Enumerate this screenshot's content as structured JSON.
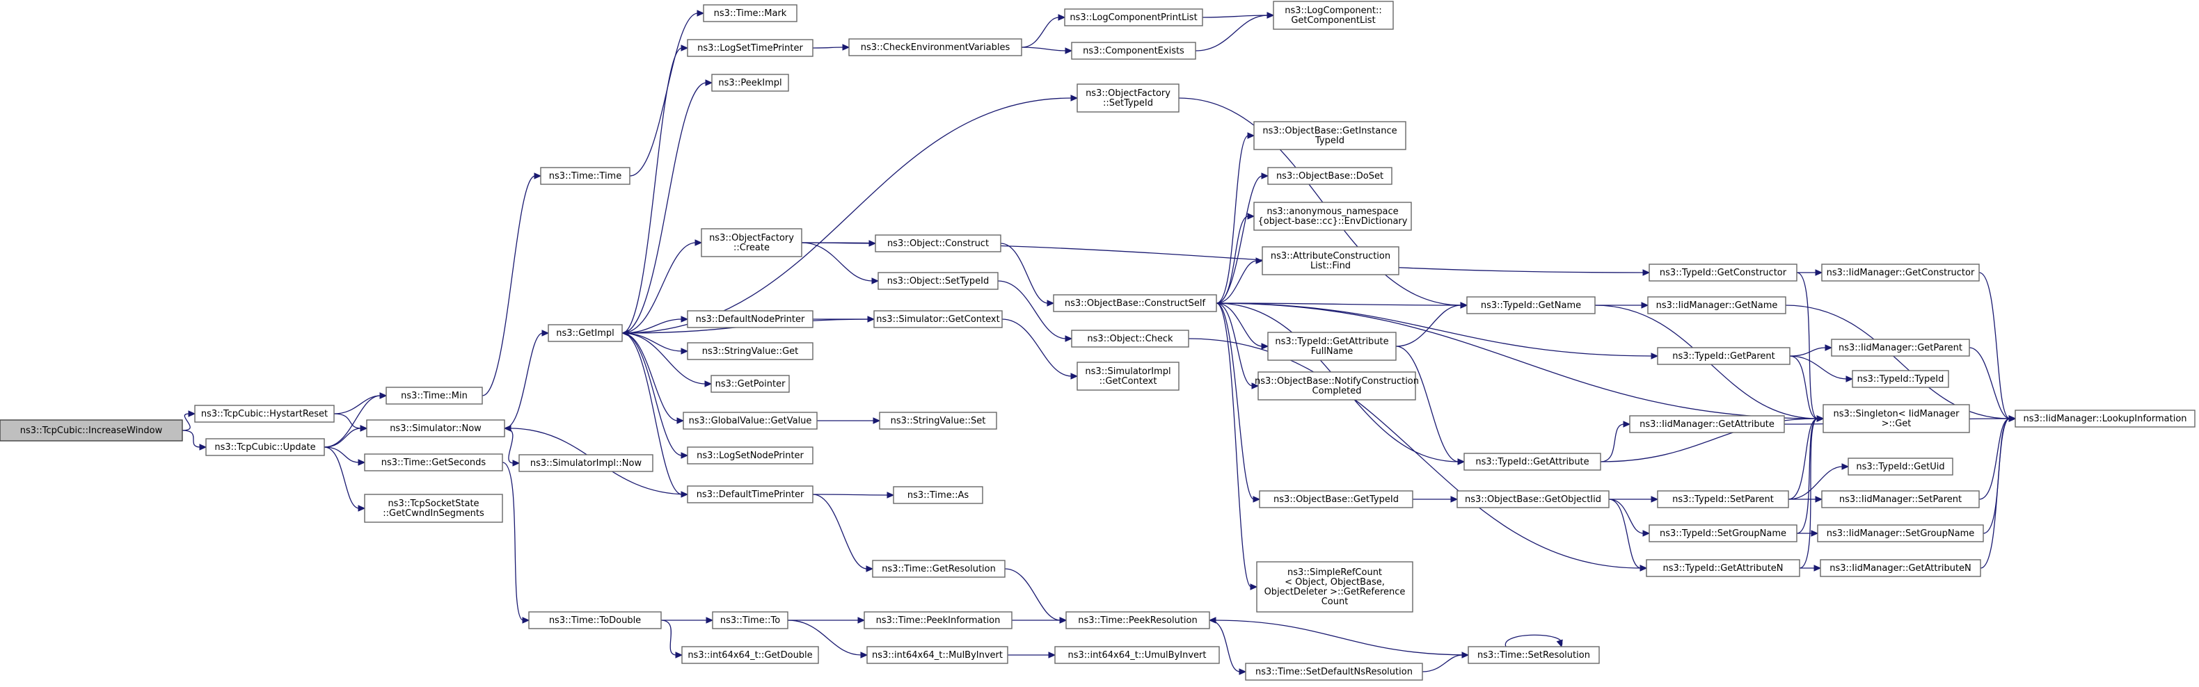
{
  "graph": {
    "edge_color": "#191970",
    "root_fill": "#bfbfbf",
    "nodes": [
      {
        "id": "increase_window",
        "name": "node-tcpcubic-increasewindow",
        "lines": [
          "ns3::TcpCubic::IncreaseWindow"
        ],
        "root": true
      },
      {
        "id": "hystart_reset",
        "name": "node-tcpcubic-hystartreset",
        "lines": [
          "ns3::TcpCubic::HystartReset"
        ]
      },
      {
        "id": "update",
        "name": "node-tcpcubic-update",
        "lines": [
          "ns3::TcpCubic::Update"
        ]
      },
      {
        "id": "time_min",
        "name": "node-time-min",
        "lines": [
          "ns3::Time::Min"
        ]
      },
      {
        "id": "sim_now",
        "name": "node-simulator-now",
        "lines": [
          "ns3::Simulator::Now"
        ]
      },
      {
        "id": "get_seconds",
        "name": "node-time-getseconds",
        "lines": [
          "ns3::Time::GetSeconds"
        ]
      },
      {
        "id": "get_cwnd",
        "name": "node-tcpsocketstate-getcwndinsegments",
        "lines": [
          "ns3::TcpSocketState",
          "::GetCwndInSegments"
        ]
      },
      {
        "id": "time_time",
        "name": "node-time-time",
        "lines": [
          "ns3::Time::Time"
        ]
      },
      {
        "id": "get_impl",
        "name": "node-getimpl",
        "lines": [
          "ns3::GetImpl"
        ]
      },
      {
        "id": "simimpl_now",
        "name": "node-simulatorimpl-now",
        "lines": [
          "ns3::SimulatorImpl::Now"
        ]
      },
      {
        "id": "to_double",
        "name": "node-time-todouble",
        "lines": [
          "ns3::Time::ToDouble"
        ]
      },
      {
        "id": "time_mark",
        "name": "node-time-mark",
        "lines": [
          "ns3::Time::Mark"
        ]
      },
      {
        "id": "log_set_time_printer",
        "name": "node-logsettimeprinter",
        "lines": [
          "ns3::LogSetTimePrinter"
        ]
      },
      {
        "id": "peek_impl",
        "name": "node-peekimpl",
        "lines": [
          "ns3::PeekImpl"
        ]
      },
      {
        "id": "objfactory_create",
        "name": "node-objectfactory-create",
        "lines": [
          "ns3::ObjectFactory",
          "::Create"
        ]
      },
      {
        "id": "default_node_printer",
        "name": "node-defaultnodeprinter",
        "lines": [
          "ns3::DefaultNodePrinter"
        ]
      },
      {
        "id": "stringvalue_get",
        "name": "node-stringvalue-get",
        "lines": [
          "ns3::StringValue::Get"
        ]
      },
      {
        "id": "get_pointer",
        "name": "node-getpointer",
        "lines": [
          "ns3::GetPointer"
        ]
      },
      {
        "id": "globalvalue_getvalue",
        "name": "node-globalvalue-getvalue",
        "lines": [
          "ns3::GlobalValue::GetValue"
        ]
      },
      {
        "id": "log_set_node_printer",
        "name": "node-logsetnodeprinter",
        "lines": [
          "ns3::LogSetNodePrinter"
        ]
      },
      {
        "id": "default_time_printer",
        "name": "node-defaulttimeprinter",
        "lines": [
          "ns3::DefaultTimePrinter"
        ]
      },
      {
        "id": "time_to",
        "name": "node-time-to",
        "lines": [
          "ns3::Time::To"
        ]
      },
      {
        "id": "get_double",
        "name": "node-int64x64-getdouble",
        "lines": [
          "ns3::int64x64_t::GetDouble"
        ]
      },
      {
        "id": "check_env_vars",
        "name": "node-checkenvironmentvariables",
        "lines": [
          "ns3::CheckEnvironmentVariables"
        ]
      },
      {
        "id": "objfactory_settypeid",
        "name": "node-objectfactory-settypeid",
        "lines": [
          "ns3::ObjectFactory",
          "::SetTypeId"
        ]
      },
      {
        "id": "object_construct",
        "name": "node-object-construct",
        "lines": [
          "ns3::Object::Construct"
        ]
      },
      {
        "id": "object_settypeid",
        "name": "node-object-settypeid",
        "lines": [
          "ns3::Object::SetTypeId"
        ]
      },
      {
        "id": "sim_getcontext",
        "name": "node-simulator-getcontext",
        "lines": [
          "ns3::Simulator::GetContext"
        ]
      },
      {
        "id": "stringvalue_set",
        "name": "node-stringvalue-set",
        "lines": [
          "ns3::StringValue::Set"
        ]
      },
      {
        "id": "time_as",
        "name": "node-time-as",
        "lines": [
          "ns3::Time::As"
        ]
      },
      {
        "id": "get_resolution",
        "name": "node-time-getresolution",
        "lines": [
          "ns3::Time::GetResolution"
        ]
      },
      {
        "id": "peek_information",
        "name": "node-time-peekinformation",
        "lines": [
          "ns3::Time::PeekInformation"
        ]
      },
      {
        "id": "mul_by_invert",
        "name": "node-int64x64-mulbyinvert",
        "lines": [
          "ns3::int64x64_t::MulByInvert"
        ]
      },
      {
        "id": "log_component_print_list",
        "name": "node-logcomponentprintlist",
        "lines": [
          "ns3::LogComponentPrintList"
        ]
      },
      {
        "id": "component_exists",
        "name": "node-componentexists",
        "lines": [
          "ns3::ComponentExists"
        ]
      },
      {
        "id": "object_check",
        "name": "node-object-check",
        "lines": [
          "ns3::Object::Check"
        ]
      },
      {
        "id": "simimpl_getcontext",
        "name": "node-simulatorimpl-getcontext",
        "lines": [
          "ns3::SimulatorImpl",
          "::GetContext"
        ]
      },
      {
        "id": "peek_resolution",
        "name": "node-time-peekresolution",
        "lines": [
          "ns3::Time::PeekResolution"
        ]
      },
      {
        "id": "umul_by_invert",
        "name": "node-int64x64-umulbyinvert",
        "lines": [
          "ns3::int64x64_t::UmulByInvert"
        ]
      },
      {
        "id": "logcomponent_getlist",
        "name": "node-logcomponent-getcomponentlist",
        "lines": [
          "ns3::LogComponent::",
          "GetComponentList"
        ]
      },
      {
        "id": "construct_self",
        "name": "node-objectbase-constructself",
        "lines": [
          "ns3::ObjectBase::ConstructSelf"
        ]
      },
      {
        "id": "get_instance_typeid",
        "name": "node-objectbase-getinstancetypeid",
        "lines": [
          "ns3::ObjectBase::GetInstance",
          "TypeId"
        ]
      },
      {
        "id": "do_set",
        "name": "node-objectbase-doset",
        "lines": [
          "ns3::ObjectBase::DoSet"
        ]
      },
      {
        "id": "env_dictionary",
        "name": "node-anonymous-namespace-envdictionary",
        "lines": [
          "ns3::anonymous_namespace",
          "{object-base::cc}::EnvDictionary"
        ]
      },
      {
        "id": "attr_construction_find",
        "name": "node-attributeconstructionlist-find",
        "lines": [
          "ns3::AttributeConstruction",
          "List::Find"
        ]
      },
      {
        "id": "get_attribute_fullname",
        "name": "node-typeid-getattributefullname",
        "lines": [
          "ns3::TypeId::GetAttribute",
          "FullName"
        ]
      },
      {
        "id": "notify_construction_completed",
        "name": "node-objectbase-notifyconstructioncompleted",
        "lines": [
          "ns3::ObjectBase::NotifyConstruction",
          "Completed"
        ]
      },
      {
        "id": "objbase_gettypeid",
        "name": "node-objectbase-gettypeid",
        "lines": [
          "ns3::ObjectBase::GetTypeId"
        ]
      },
      {
        "id": "simple_ref_count",
        "name": "node-simplerefcount-getreferencecount",
        "lines": [
          "ns3::SimpleRefCount",
          "< Object, ObjectBase,",
          "ObjectDeleter >::GetReference",
          "Count"
        ]
      },
      {
        "id": "set_default_ns_resolution",
        "name": "node-time-setdefaultnsresolution",
        "lines": [
          "ns3::Time::SetDefaultNsResolution"
        ]
      },
      {
        "id": "typeid_getname",
        "name": "node-typeid-getname",
        "lines": [
          "ns3::TypeId::GetName"
        ]
      },
      {
        "id": "typeid_getattribute",
        "name": "node-typeid-getattribute",
        "lines": [
          "ns3::TypeId::GetAttribute"
        ]
      },
      {
        "id": "get_object_iid",
        "name": "node-objectbase-getobjectiid",
        "lines": [
          "ns3::ObjectBase::GetObjectIid"
        ]
      },
      {
        "id": "set_resolution",
        "name": "node-time-setresolution",
        "lines": [
          "ns3::Time::SetResolution"
        ]
      },
      {
        "id": "typeid_getconstructor",
        "name": "node-typeid-getconstructor",
        "lines": [
          "ns3::TypeId::GetConstructor"
        ]
      },
      {
        "id": "typeid_getparent",
        "name": "node-typeid-getparent",
        "lines": [
          "ns3::TypeId::GetParent"
        ]
      },
      {
        "id": "typeid_setparent",
        "name": "node-typeid-setparent",
        "lines": [
          "ns3::TypeId::SetParent"
        ]
      },
      {
        "id": "typeid_setgroupname",
        "name": "node-typeid-setgroupname",
        "lines": [
          "ns3::TypeId::SetGroupName"
        ]
      },
      {
        "id": "typeid_getattributen",
        "name": "node-typeid-getattributen",
        "lines": [
          "ns3::TypeId::GetAttributeN"
        ]
      },
      {
        "id": "iid_getname",
        "name": "node-iidmanager-getname",
        "lines": [
          "ns3::IidManager::GetName"
        ]
      },
      {
        "id": "iid_getattribute",
        "name": "node-iidmanager-getattribute",
        "lines": [
          "ns3::IidManager::GetAttribute"
        ]
      },
      {
        "id": "iid_getconstructor",
        "name": "node-iidmanager-getconstructor",
        "lines": [
          "ns3::IidManager::GetConstructor"
        ]
      },
      {
        "id": "iid_getparent",
        "name": "node-iidmanager-getparent",
        "lines": [
          "ns3::IidManager::GetParent"
        ]
      },
      {
        "id": "typeid_typeid",
        "name": "node-typeid-typeid",
        "lines": [
          "ns3::TypeId::TypeId"
        ]
      },
      {
        "id": "singleton_get",
        "name": "node-singleton-iidmanager-get",
        "lines": [
          "ns3::Singleton< IidManager",
          ">::Get"
        ]
      },
      {
        "id": "typeid_getuid",
        "name": "node-typeid-getuid",
        "lines": [
          "ns3::TypeId::GetUid"
        ]
      },
      {
        "id": "iid_setparent",
        "name": "node-iidmanager-setparent",
        "lines": [
          "ns3::IidManager::SetParent"
        ]
      },
      {
        "id": "iid_setgroupname",
        "name": "node-iidmanager-setgroupname",
        "lines": [
          "ns3::IidManager::SetGroupName"
        ]
      },
      {
        "id": "iid_getattributen",
        "name": "node-iidmanager-getattributen",
        "lines": [
          "ns3::IidManager::GetAttributeN"
        ]
      },
      {
        "id": "iid_lookupinformation",
        "name": "node-iidmanager-lookupinformation",
        "lines": [
          "ns3::IidManager::LookupInformation"
        ]
      }
    ],
    "edges": [
      [
        "increase_window",
        "hystart_reset"
      ],
      [
        "increase_window",
        "update"
      ],
      [
        "hystart_reset",
        "time_min"
      ],
      [
        "hystart_reset",
        "sim_now"
      ],
      [
        "update",
        "time_min"
      ],
      [
        "update",
        "sim_now"
      ],
      [
        "update",
        "get_seconds"
      ],
      [
        "update",
        "get_cwnd"
      ],
      [
        "time_min",
        "time_time"
      ],
      [
        "sim_now",
        "get_impl"
      ],
      [
        "sim_now",
        "simimpl_now"
      ],
      [
        "get_seconds",
        "to_double"
      ],
      [
        "time_time",
        "time_mark"
      ],
      [
        "get_impl",
        "log_set_time_printer"
      ],
      [
        "get_impl",
        "peek_impl"
      ],
      [
        "get_impl",
        "objfactory_create"
      ],
      [
        "get_impl",
        "default_node_printer"
      ],
      [
        "get_impl",
        "stringvalue_get"
      ],
      [
        "get_impl",
        "get_pointer"
      ],
      [
        "get_impl",
        "globalvalue_getvalue"
      ],
      [
        "get_impl",
        "log_set_node_printer"
      ],
      [
        "get_impl",
        "default_time_printer"
      ],
      [
        "get_impl",
        "objfactory_settypeid"
      ],
      [
        "sim_getcontext",
        "get_impl"
      ],
      [
        "default_time_printer",
        "sim_now"
      ],
      [
        "to_double",
        "time_to"
      ],
      [
        "to_double",
        "get_double"
      ],
      [
        "log_set_time_printer",
        "check_env_vars"
      ],
      [
        "check_env_vars",
        "log_component_print_list"
      ],
      [
        "check_env_vars",
        "component_exists"
      ],
      [
        "log_component_print_list",
        "logcomponent_getlist"
      ],
      [
        "component_exists",
        "logcomponent_getlist"
      ],
      [
        "objfactory_create",
        "object_construct"
      ],
      [
        "objfactory_create",
        "object_settypeid"
      ],
      [
        "objfactory_create",
        "typeid_getconstructor"
      ],
      [
        "objfactory_settypeid",
        "typeid_getname"
      ],
      [
        "default_node_printer",
        "sim_getcontext"
      ],
      [
        "sim_getcontext",
        "simimpl_getcontext"
      ],
      [
        "globalvalue_getvalue",
        "stringvalue_set"
      ],
      [
        "default_time_printer",
        "time_as"
      ],
      [
        "default_time_printer",
        "get_resolution"
      ],
      [
        "get_resolution",
        "peek_resolution"
      ],
      [
        "time_to",
        "peek_information"
      ],
      [
        "time_to",
        "mul_by_invert"
      ],
      [
        "peek_information",
        "peek_resolution"
      ],
      [
        "mul_by_invert",
        "umul_by_invert"
      ],
      [
        "object_construct",
        "construct_self"
      ],
      [
        "object_settypeid",
        "object_check"
      ],
      [
        "object_check",
        "typeid_getattributen"
      ],
      [
        "construct_self",
        "get_instance_typeid"
      ],
      [
        "construct_self",
        "do_set"
      ],
      [
        "construct_self",
        "env_dictionary"
      ],
      [
        "construct_self",
        "attr_construction_find"
      ],
      [
        "construct_self",
        "typeid_getname"
      ],
      [
        "construct_self",
        "get_attribute_fullname"
      ],
      [
        "construct_self",
        "notify_construction_completed"
      ],
      [
        "construct_self",
        "typeid_getparent"
      ],
      [
        "construct_self",
        "typeid_getattribute"
      ],
      [
        "construct_self",
        "objbase_gettypeid"
      ],
      [
        "construct_self",
        "simple_ref_count"
      ],
      [
        "construct_self",
        "singleton_get"
      ],
      [
        "get_attribute_fullname",
        "typeid_getname"
      ],
      [
        "get_attribute_fullname",
        "typeid_getattribute"
      ],
      [
        "objbase_gettypeid",
        "get_object_iid"
      ],
      [
        "get_object_iid",
        "typeid_setparent"
      ],
      [
        "get_object_iid",
        "typeid_setgroupname"
      ],
      [
        "get_object_iid",
        "typeid_getattributen"
      ],
      [
        "peek_resolution",
        "set_default_ns_resolution"
      ],
      [
        "set_default_ns_resolution",
        "set_resolution"
      ],
      [
        "set_resolution",
        "peek_resolution"
      ],
      [
        "set_resolution",
        "set_resolution"
      ],
      [
        "typeid_getname",
        "iid_getname"
      ],
      [
        "typeid_getname",
        "singleton_get"
      ],
      [
        "typeid_getattribute",
        "iid_getattribute"
      ],
      [
        "typeid_getattribute",
        "singleton_get"
      ],
      [
        "typeid_getconstructor",
        "iid_getconstructor"
      ],
      [
        "typeid_getconstructor",
        "singleton_get"
      ],
      [
        "typeid_getparent",
        "iid_getparent"
      ],
      [
        "typeid_getparent",
        "typeid_typeid"
      ],
      [
        "typeid_getparent",
        "singleton_get"
      ],
      [
        "typeid_setparent",
        "typeid_getuid"
      ],
      [
        "typeid_setparent",
        "iid_setparent"
      ],
      [
        "typeid_setparent",
        "singleton_get"
      ],
      [
        "typeid_setgroupname",
        "iid_setgroupname"
      ],
      [
        "typeid_setgroupname",
        "singleton_get"
      ],
      [
        "typeid_getattributen",
        "iid_getattributen"
      ],
      [
        "typeid_getattributen",
        "singleton_get"
      ],
      [
        "iid_getname",
        "iid_lookupinformation"
      ],
      [
        "iid_getconstructor",
        "iid_lookupinformation"
      ],
      [
        "iid_getparent",
        "iid_lookupinformation"
      ],
      [
        "iid_setparent",
        "iid_lookupinformation"
      ],
      [
        "iid_setgroupname",
        "iid_lookupinformation"
      ],
      [
        "iid_getattributen",
        "iid_lookupinformation"
      ],
      [
        "iid_getattribute",
        "iid_lookupinformation"
      ]
    ]
  }
}
